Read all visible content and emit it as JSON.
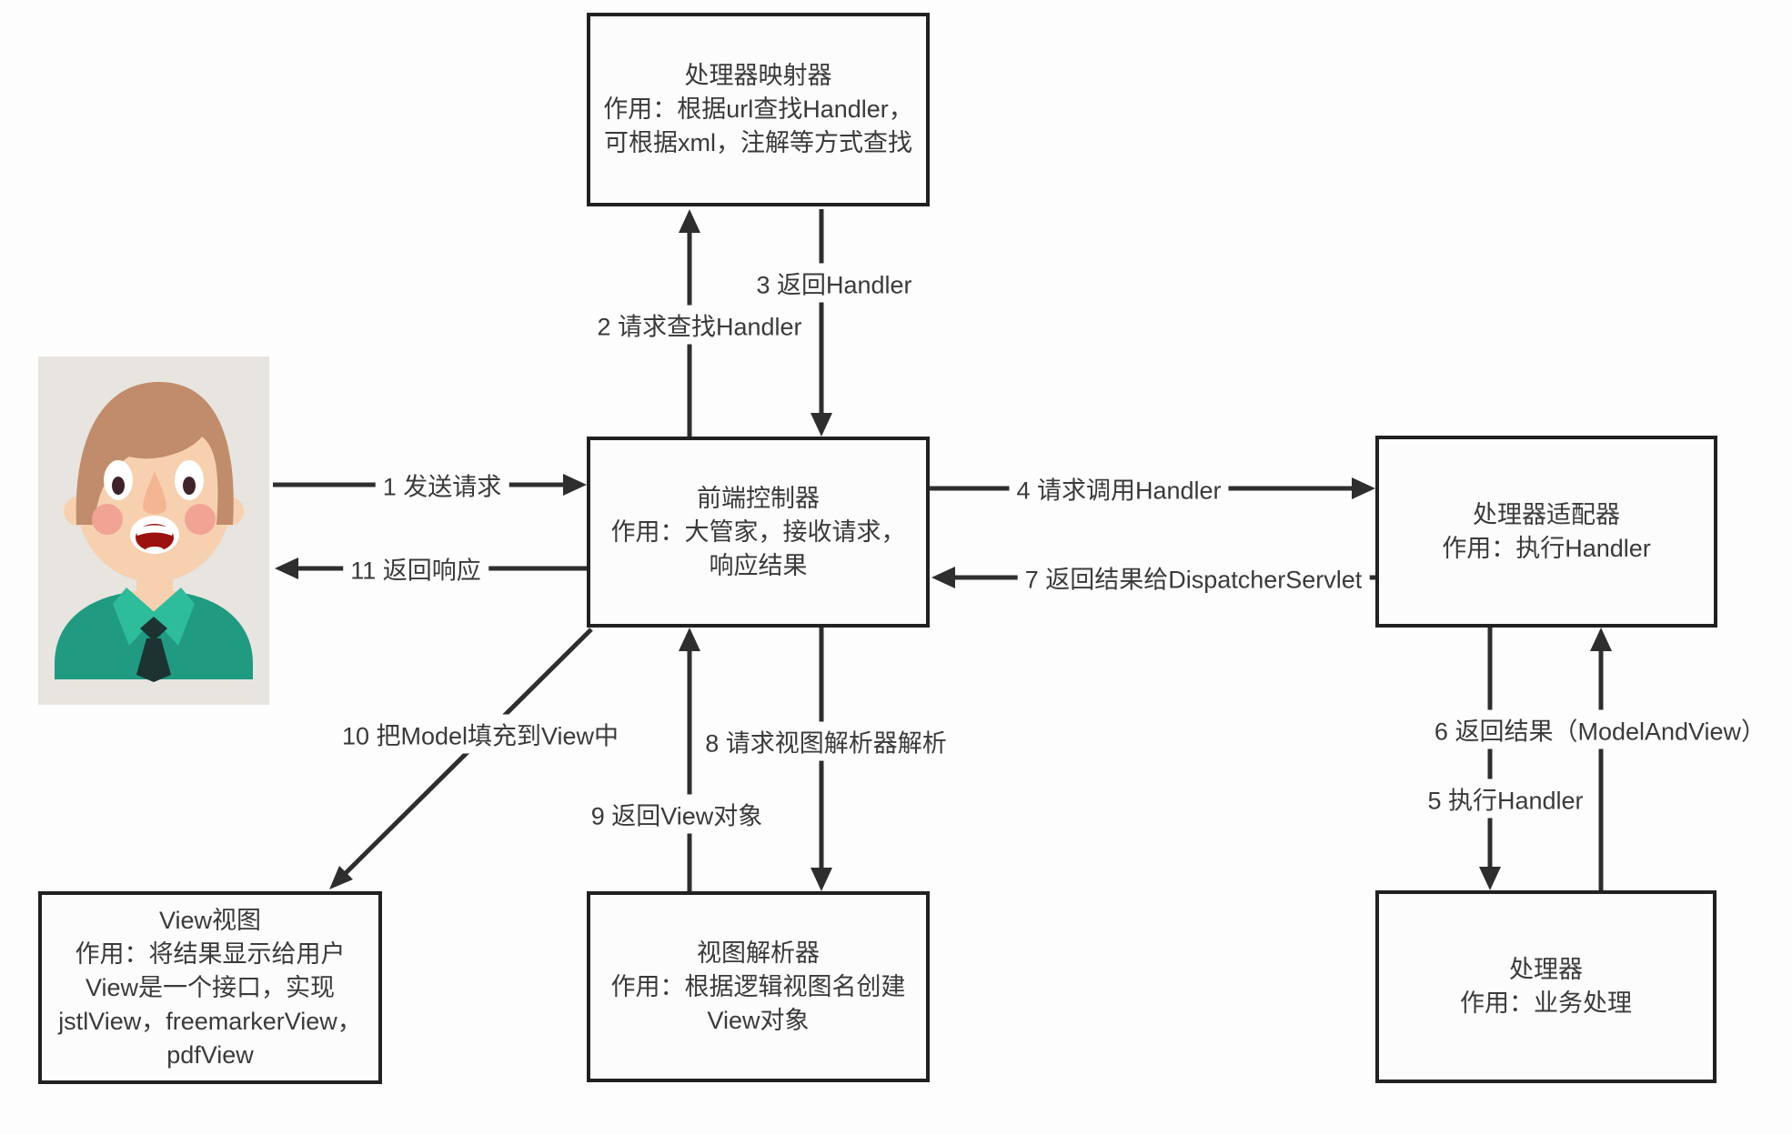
{
  "page": {
    "background": "#fdfdfd",
    "line_color": "#2e2e2e",
    "box_border_color": "#212121",
    "text_color": "#3a3a3a"
  },
  "boxes": {
    "handler_mapping": {
      "lines": [
        "处理器映射器",
        "作用：根据url查找Handler，",
        "可根据xml，注解等方式查找"
      ]
    },
    "front_controller": {
      "lines": [
        "前端控制器",
        "作用：大管家，接收请求，",
        "响应结果"
      ]
    },
    "handler_adapter": {
      "lines": [
        "处理器适配器",
        "作用：执行Handler"
      ]
    },
    "view": {
      "lines": [
        "View视图",
        "作用：将结果显示给用户",
        "View是一个接口，实现",
        "jstlView，freemarkerView，",
        "pdfView"
      ]
    },
    "view_resolver": {
      "lines": [
        "视图解析器",
        "作用：根据逻辑视图名创建",
        "View对象"
      ]
    },
    "handler": {
      "lines": [
        "处理器",
        "作用：业务处理"
      ]
    }
  },
  "arrows": {
    "a1": {
      "label": "1 发送请求"
    },
    "a2": {
      "label": "2 请求查找Handler"
    },
    "a3": {
      "label": "3 返回Handler"
    },
    "a4": {
      "label": "4 请求调用Handler"
    },
    "a5": {
      "label": "5 执行Handler"
    },
    "a6": {
      "label": "6 返回结果（ModelAndView）"
    },
    "a7": {
      "label": "7 返回结果给DispatcherServlet"
    },
    "a8": {
      "label": "8 请求视图解析器解析"
    },
    "a9": {
      "label": "9 返回View对象"
    },
    "a10": {
      "label": "10 把Model填充到View中"
    },
    "a11": {
      "label": "11 返回响应"
    }
  },
  "avatar": {
    "icon": "user-avatar",
    "colors": {
      "paper": "#e8e4df",
      "hair": "#c18c6b",
      "skin": "#f7d0b0",
      "cheek": "#f2a494",
      "mouth_red": "#9c120e",
      "shirt": "#209a80",
      "collar": "#2dbd9a",
      "tie": "#1c3331"
    }
  }
}
